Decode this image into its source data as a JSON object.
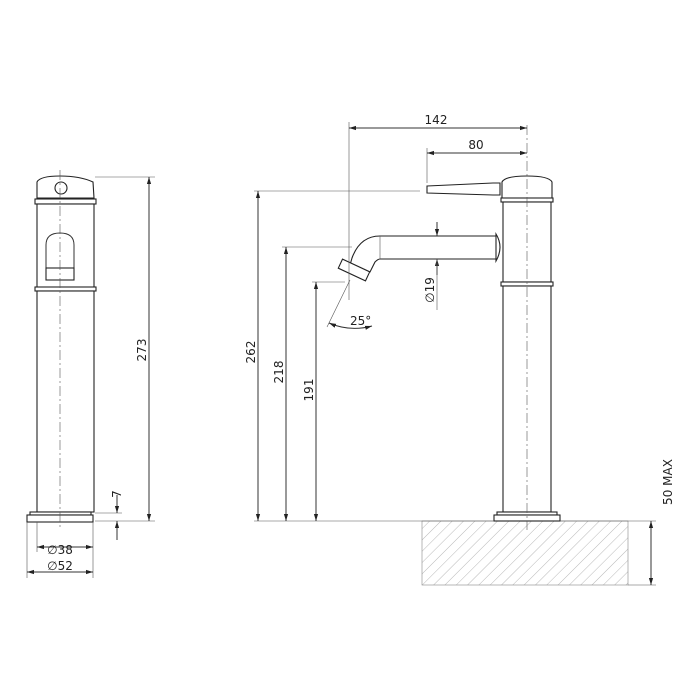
{
  "side_view": {
    "height_total": "273",
    "base_height": "7",
    "diameter_body": "∅38",
    "diameter_base": "∅52"
  },
  "front_view": {
    "reach_total": "142",
    "handle_reach": "80",
    "handle_height": "262",
    "spout_height": "218",
    "outlet_height": "191",
    "spout_diameter": "∅19",
    "outlet_angle": "25°",
    "mount_thickness": "50 MAX"
  },
  "colors": {
    "line": "#333333",
    "background": "#ffffff"
  }
}
